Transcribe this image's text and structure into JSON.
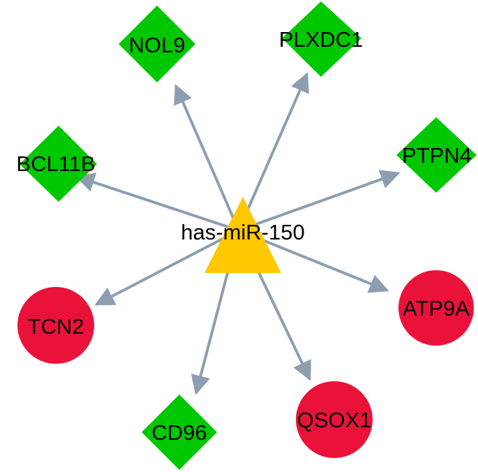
{
  "center": {
    "label": "has-miR-150",
    "shape": "triangle",
    "color": "#FFC800"
  },
  "edge_color": "#8C9EB0",
  "targets": [
    {
      "label": "NOL9",
      "shape": "diamond",
      "color": "#00C800"
    },
    {
      "label": "PLXDC1",
      "shape": "diamond",
      "color": "#00C800"
    },
    {
      "label": "PTPN4",
      "shape": "diamond",
      "color": "#00C800"
    },
    {
      "label": "ATP9A",
      "shape": "circle",
      "color": "#EB1239"
    },
    {
      "label": "QSOX1",
      "shape": "circle",
      "color": "#EB1239"
    },
    {
      "label": "CD96",
      "shape": "diamond",
      "color": "#00C800"
    },
    {
      "label": "TCN2",
      "shape": "circle",
      "color": "#EB1239"
    },
    {
      "label": "BCL11B",
      "shape": "diamond",
      "color": "#00C800"
    }
  ]
}
